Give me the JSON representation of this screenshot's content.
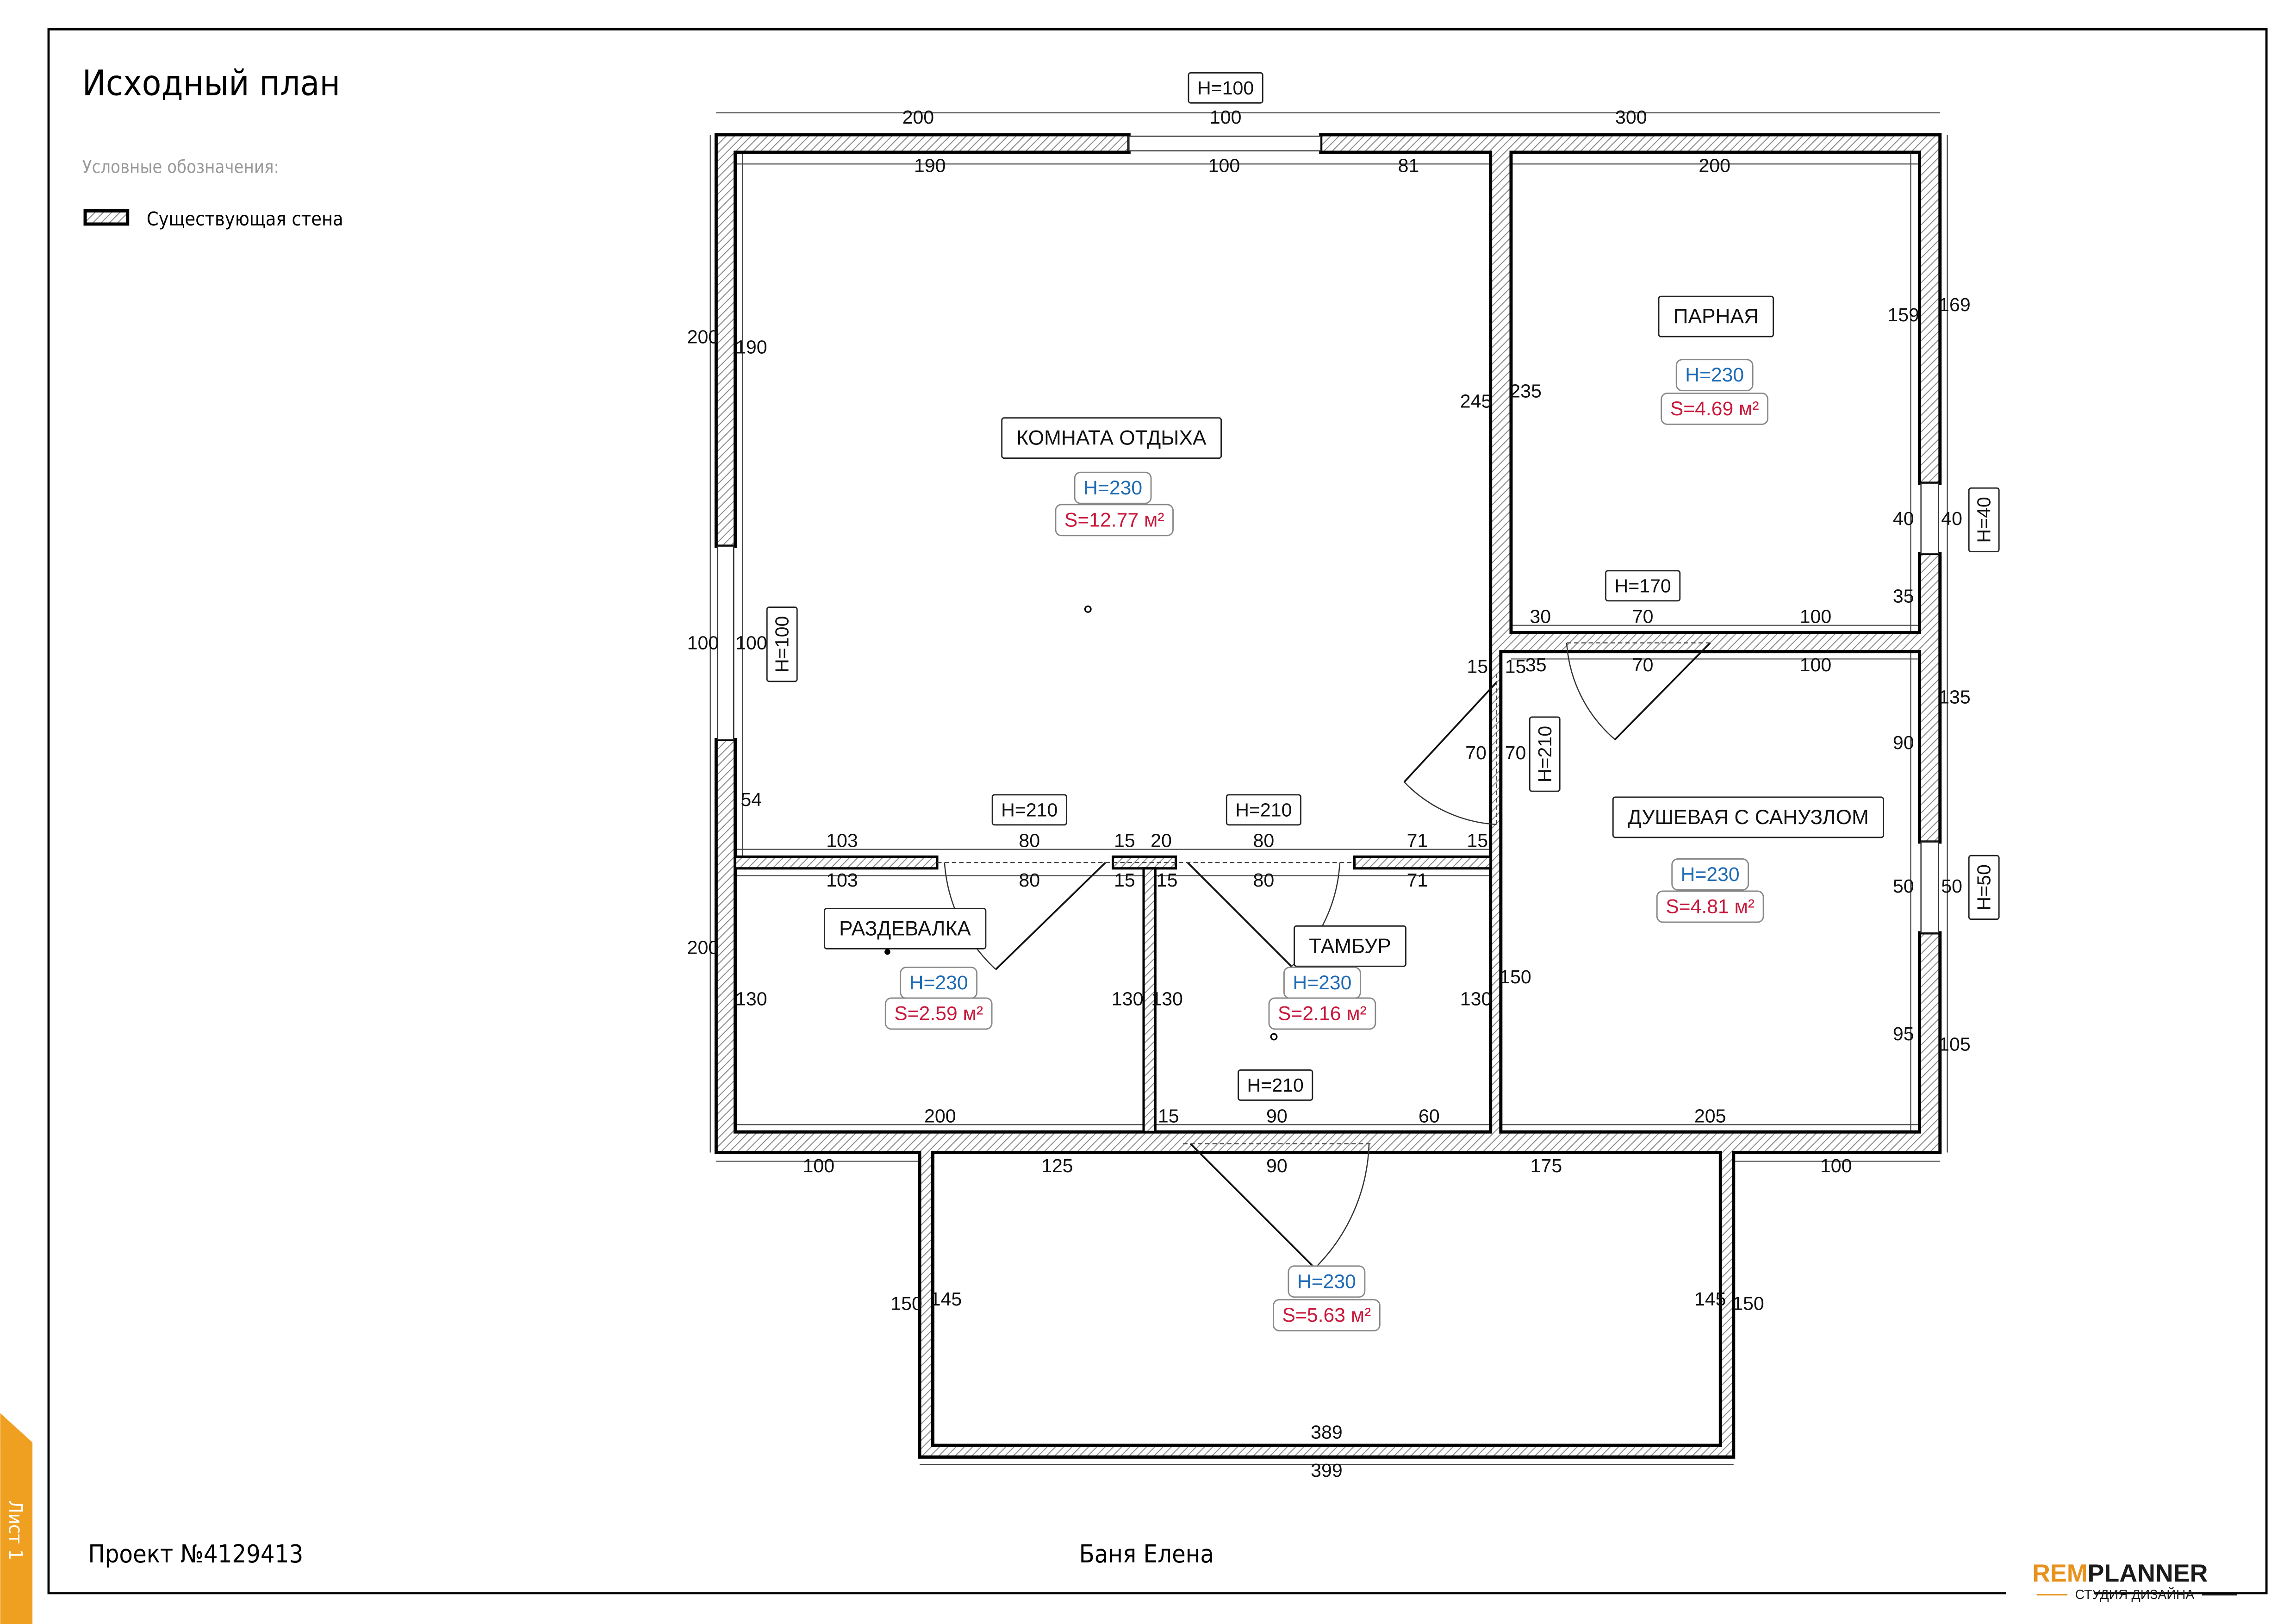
{
  "header": {
    "title": "Исходный план",
    "legend_title": "Условные обозначения:",
    "legend_item": "Существующая стена"
  },
  "footer": {
    "project": "Проект №4129413",
    "name": "Баня Елена",
    "sheet": "Лист 1"
  },
  "logo": {
    "part1": "REM",
    "part2": "PLANNER",
    "subtitle": "СТУДИЯ ДИЗАЙНА",
    "accent": "#e8921e"
  },
  "colors": {
    "height": "#1f6bb5",
    "area": "#c8193c",
    "sheet_tab": "#f0a020"
  },
  "rooms": [
    {
      "name": "КОМНАТА ОТДЫХА",
      "height": "H=230",
      "area": "S=12.77 м²"
    },
    {
      "name": "ПАРНАЯ",
      "height": "H=230",
      "area": "S=4.69 м²"
    },
    {
      "name": "ДУШЕВАЯ С САНУЗЛОМ",
      "height": "H=230",
      "area": "S=4.81 м²"
    },
    {
      "name": "РАЗДЕВАЛКА",
      "height": "H=230",
      "area": "S=2.59 м²"
    },
    {
      "name": "ТАМБУР",
      "height": "H=230",
      "area": "S=2.16 м²"
    },
    {
      "name": "",
      "height": "H=230",
      "area": "S=5.63 м²"
    }
  ],
  "openings": [
    "H=100",
    "H=100",
    "H=40",
    "H=50",
    "H=170",
    "H=210",
    "H=210",
    "H=210",
    "H=210"
  ],
  "dims": [
    "200",
    "100",
    "300",
    "190",
    "100",
    "81",
    "200",
    "200",
    "190",
    "100",
    "100",
    "54",
    "200",
    "130",
    "245",
    "235",
    "159",
    "169",
    "40",
    "40",
    "35",
    "135",
    "90",
    "50",
    "50",
    "95",
    "105",
    "30",
    "70",
    "100",
    "35",
    "70",
    "100",
    "15",
    "15",
    "70",
    "70",
    "103",
    "80",
    "15",
    "20",
    "80",
    "71",
    "15",
    "103",
    "80",
    "15",
    "15",
    "80",
    "71",
    "130",
    "130",
    "130",
    "150",
    "200",
    "15",
    "90",
    "60",
    "205",
    "100",
    "125",
    "90",
    "175",
    "100",
    "150",
    "145",
    "145",
    "150",
    "389",
    "399"
  ]
}
